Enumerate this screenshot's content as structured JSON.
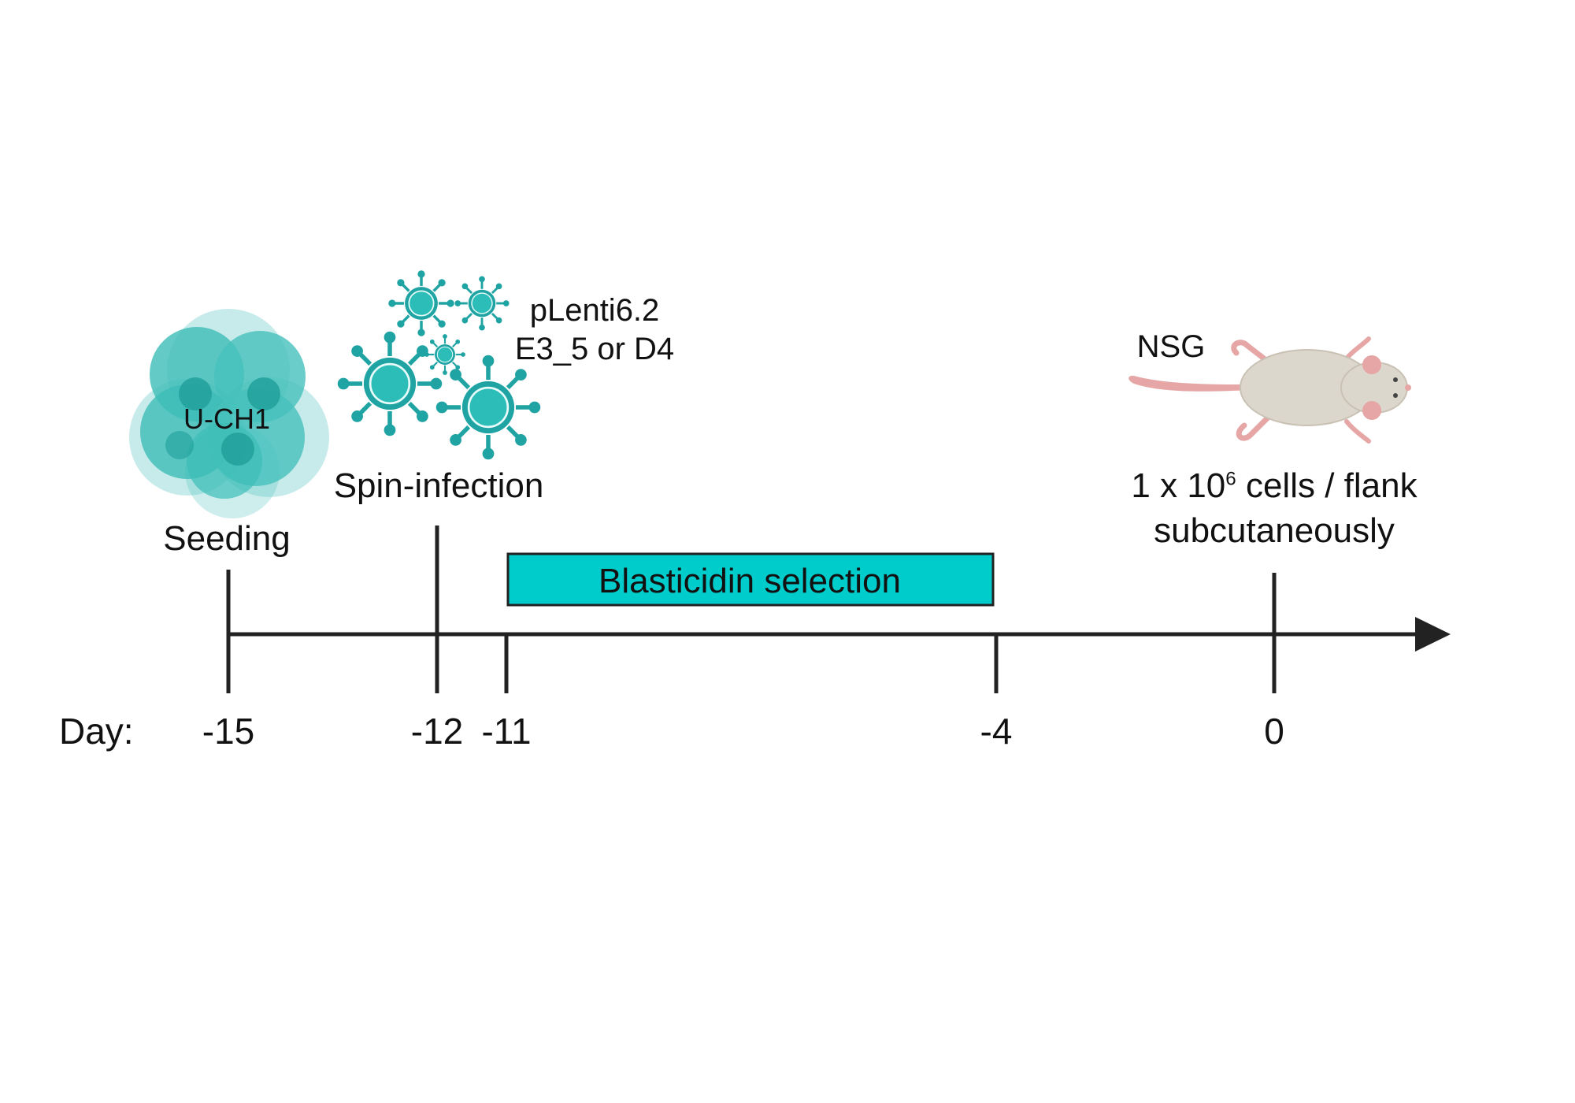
{
  "timeline": {
    "axis_label": "Day:",
    "ticks": [
      {
        "day": "-15",
        "event": "Seeding"
      },
      {
        "day": "-12",
        "event": "Spin-infection"
      },
      {
        "day": "-11",
        "event": ""
      },
      {
        "day": "-4",
        "event": ""
      },
      {
        "day": "0",
        "event": ""
      }
    ]
  },
  "cells": {
    "label": "U-CH1",
    "color": "#3dbdb8"
  },
  "virus": {
    "vector_line1": "pLenti6.2",
    "vector_line2": "E3_5 or D4",
    "color": "#1fa3a3"
  },
  "selection": {
    "label": "Blasticidin selection",
    "color": "#00cccc"
  },
  "mouse": {
    "label": "NSG"
  },
  "injection": {
    "line1_pre": "1 x 10",
    "line1_sup": "6",
    "line1_post": " cells / flank",
    "line2": "subcutaneously"
  }
}
